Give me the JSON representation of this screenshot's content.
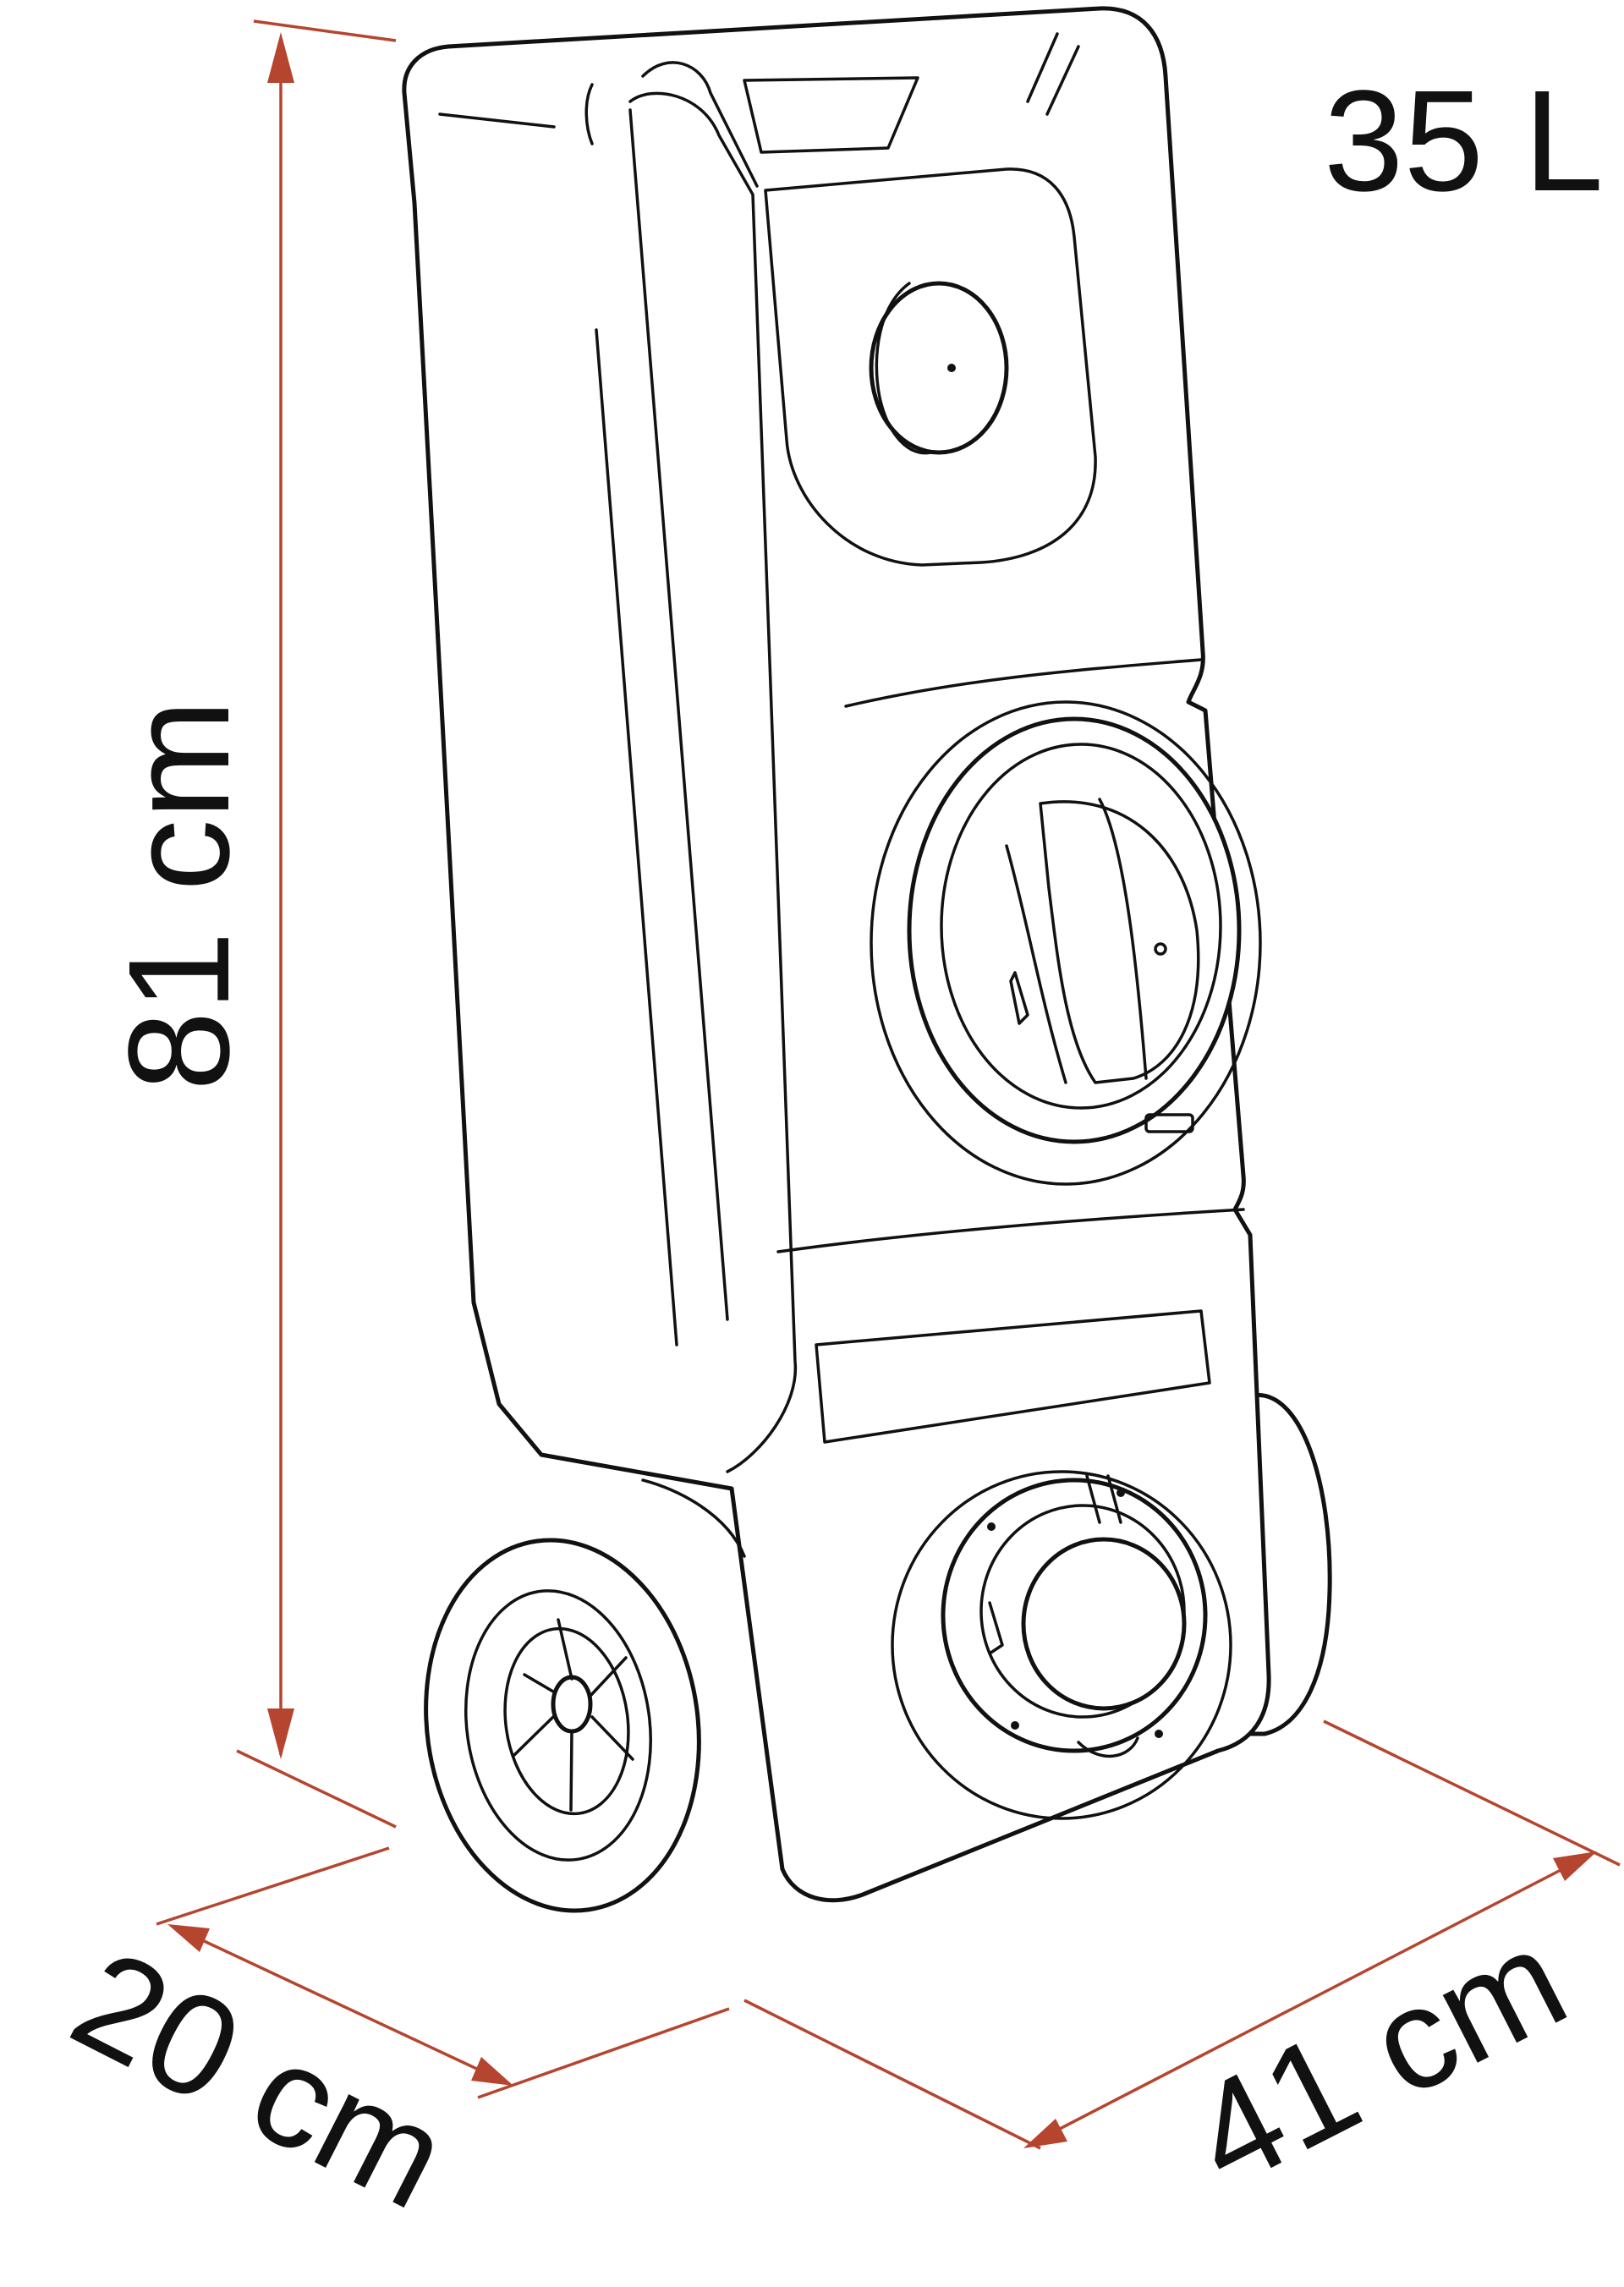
{
  "dimensions": {
    "height": "81 cm",
    "depth": "20 cm",
    "width": "41 cm",
    "volume": "35 L"
  },
  "colors": {
    "dimension_line": "#b5452f",
    "outline": "#111111",
    "background": "#ffffff"
  }
}
